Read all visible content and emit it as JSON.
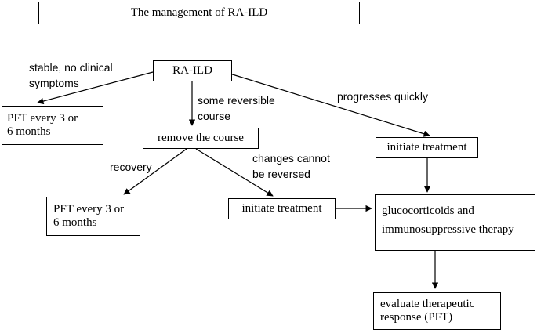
{
  "title": "The management of RA-ILD",
  "nodes": {
    "root": "RA-ILD",
    "pft_left": [
      "PFT every 3 or",
      "6 months"
    ],
    "remove_course": "remove the course",
    "initiate_right": "initiate treatment",
    "pft_bottom": [
      "PFT every 3 or",
      "6 months"
    ],
    "initiate_mid": "initiate treatment",
    "gluco": [
      "glucocorticoids and",
      "immunosuppressive therapy"
    ],
    "evaluate": [
      "evaluate therapeutic",
      "response (PFT)"
    ]
  },
  "edge_labels": {
    "stable": [
      "stable, no clinical",
      "symptoms"
    ],
    "reversible": [
      "some reversible",
      "course"
    ],
    "progresses": "progresses quickly",
    "recovery": "recovery",
    "irreversible": [
      "changes cannot",
      "be reversed"
    ]
  }
}
